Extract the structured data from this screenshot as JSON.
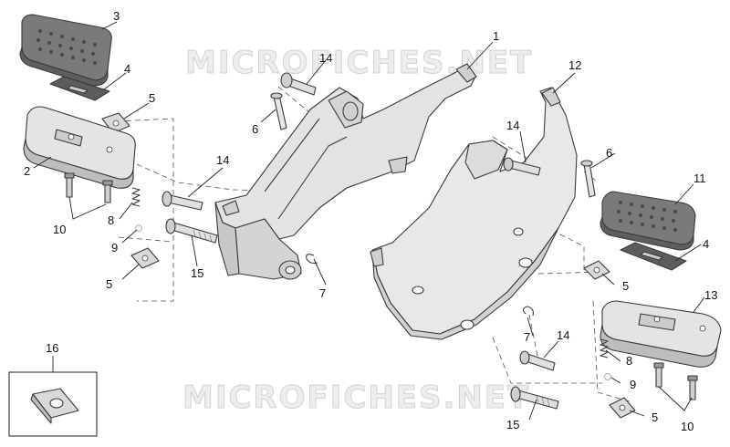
{
  "watermark": {
    "top": "MICROFICHES.NET",
    "bottom": "MICROFICHES.NET"
  },
  "callouts": {
    "n1": "1",
    "n2": "2",
    "n3": "3",
    "n4_left": "4",
    "n4_right": "4",
    "n5_left_top": "5",
    "n5_left_bottom": "5",
    "n5_right_top": "5",
    "n5_right_bottom": "5",
    "n6_left": "6",
    "n6_right": "6",
    "n7_left": "7",
    "n7_right": "7",
    "n8_left": "8",
    "n8_right": "8",
    "n9_left": "9",
    "n9_right": "9",
    "n10_left": "10",
    "n10_right": "10",
    "n11": "11",
    "n12": "12",
    "n13": "13",
    "n14_top": "14",
    "n14_mid_left": "14",
    "n14_mid_right": "14",
    "n14_bottom": "14",
    "n15_left": "15",
    "n15_right": "15",
    "n16": "16"
  },
  "colors": {
    "part_fill": "#e6e6e6",
    "part_shade": "#bdbdbd",
    "rubber_fill": "#6b6b6b",
    "outline": "#3a3a3a"
  }
}
